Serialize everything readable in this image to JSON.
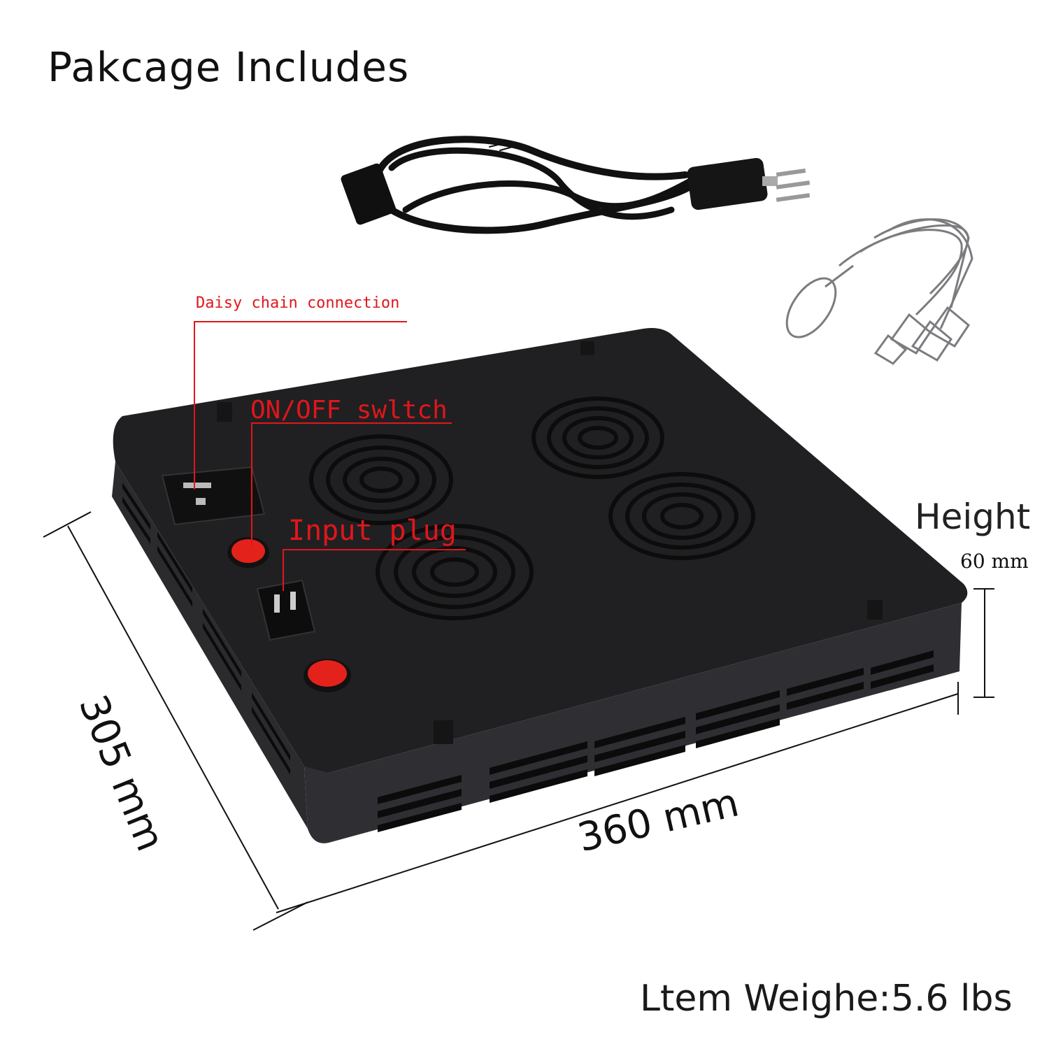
{
  "title": "Pakcage Includes",
  "callouts": {
    "daisy_chain": "Daisy chain connection",
    "switch": "ON/OFF swltch",
    "input_plug": "Input plug"
  },
  "dimensions": {
    "height_label": "Height",
    "height_value": "60 mm",
    "width_value": "360 mm",
    "depth_value": "305 mm"
  },
  "weight": "Ltem Weighe:5.6 lbs",
  "colors": {
    "callout_red": "#e0161b",
    "device_body": "#232325",
    "switch_red": "#e3221c"
  },
  "items": [
    "power-cord-icon",
    "hanging-wire-kit-icon",
    "led-grow-light-panel-icon"
  ]
}
